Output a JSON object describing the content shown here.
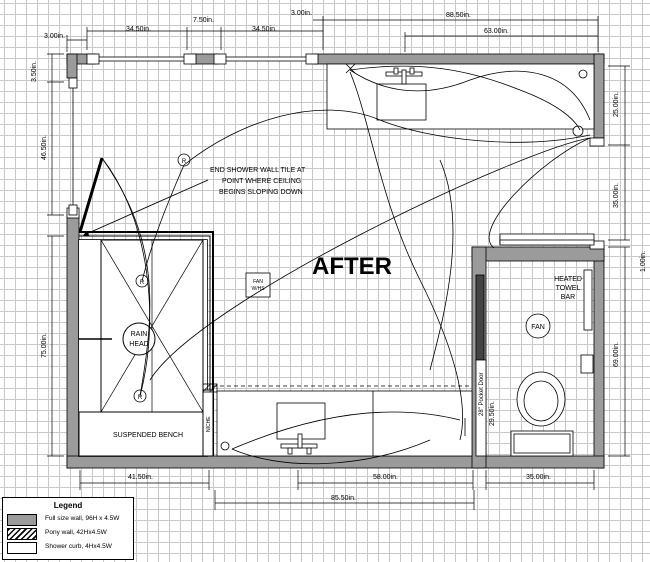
{
  "title": "AFTER",
  "dimensions": {
    "top_left_offset": "3.00in.",
    "top_left_height": "3.50in.",
    "left_side_upper": "46.50in.",
    "left_side_lower": "75.00in.",
    "top_span_1": "34.50in.",
    "top_span_2": "7.50in.",
    "top_span_3": "34.50in.",
    "top_right_offset": "3.00in.",
    "top_right_total": "88.50in.",
    "top_right_vanity": "63.00in.",
    "right_upper": "25.00in.",
    "right_middle": "35.00in.",
    "right_small": "1.00in.",
    "right_lower": "69.00in.",
    "bottom_left": "41.50in.",
    "bottom_mid": "58.00in.",
    "bottom_right": "35.00in.",
    "bottom_total": "85.50in.",
    "pocket_door_width": "29.50in."
  },
  "labels": {
    "note_line1": "END SHOWER WALL TILE AT",
    "note_line2": "POINT WHERE CEILING",
    "note_line3": "BEGINS SLOPING DOWN",
    "fan_vh_line1": "FAN",
    "fan_vh_line2": "W/HS",
    "rain_head_line1": "RAIN",
    "rain_head_line2": "HEAD",
    "suspended_bench": "SUSPENDED BENCH",
    "niche": "NICHE",
    "pocket_door": "28\" Pocket Door",
    "fan": "FAN",
    "heated_towel_line1": "HEATED",
    "heated_towel_line2": "TOWEL",
    "heated_towel_line3": "BAR",
    "recessed_marker": "R"
  },
  "legend": {
    "title": "Legend",
    "items": [
      {
        "swatch": "full-wall",
        "label": "Full size wall, 96H x 4.5W"
      },
      {
        "swatch": "pony-wall",
        "label": "Pony wall, 42Hx4.5W"
      },
      {
        "swatch": "shower-curb",
        "label": "Shower curb, 4Hx4.5W"
      }
    ]
  },
  "colors": {
    "wall": "#9b9b9b",
    "grid": "#c8c8c8",
    "line": "#000000"
  }
}
